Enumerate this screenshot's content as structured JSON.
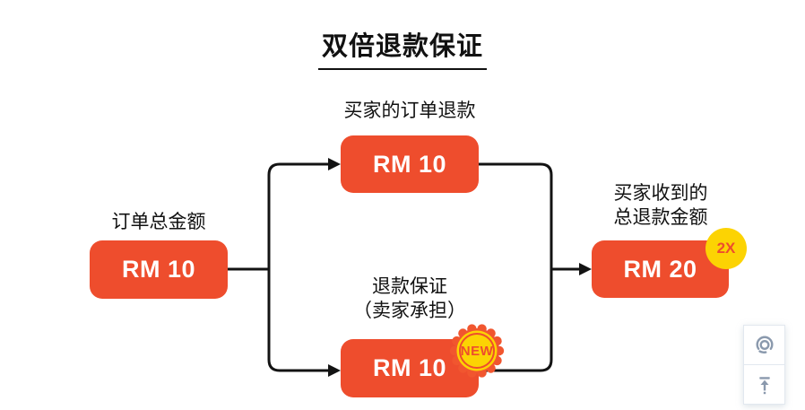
{
  "title": "双倍退款保证",
  "flow": {
    "source": {
      "label": "订单总金额",
      "amount": "RM 10"
    },
    "buyer_order_refund": {
      "label": "买家的订单退款",
      "amount": "RM 10"
    },
    "refund_guarantee": {
      "label_line1": "退款保证",
      "label_line2": "（卖家承担）",
      "amount": "RM 10",
      "badge": "NEW"
    },
    "total_received": {
      "label_line1": "买家收到的",
      "label_line2": "总退款金额",
      "amount": "RM 20",
      "badge": "2X"
    }
  },
  "colors": {
    "box_orange": "#EE4D2D",
    "badge_yellow": "#FCD303",
    "badge_text": "#EE4D2D",
    "connector_black": "#131313",
    "floating_icon_gray": "#8A99AD"
  },
  "floating_buttons": {
    "chat_icon": "headset-icon",
    "back_to_top_icon": "arrow-up-to-top-icon"
  }
}
